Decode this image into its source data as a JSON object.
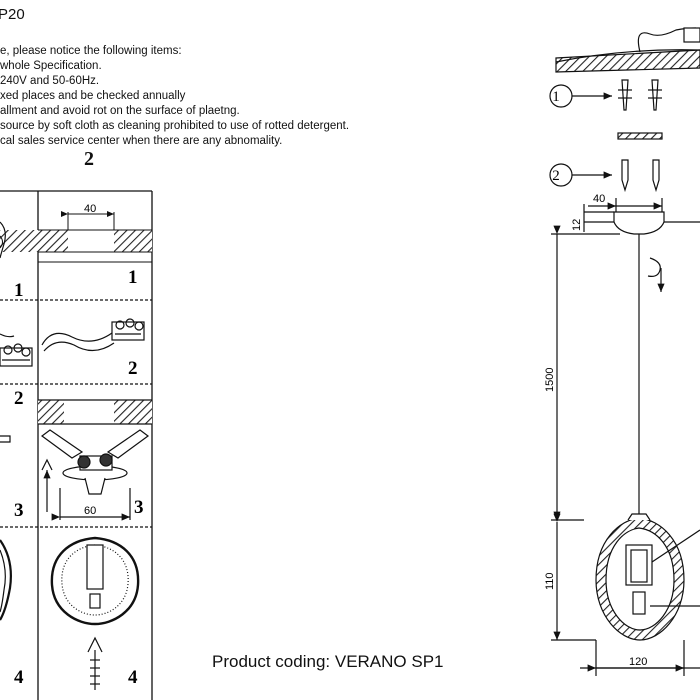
{
  "header": {
    "model_fragment": "P20"
  },
  "notes": [
    "e, please notice the following items:",
    "whole Specification.",
    "240V and 50-60Hz.",
    "xed places and be checked annually",
    "allment and avoid rot on the surface of plaetng.",
    "source by soft cloth as cleaning prohibited to use of rotted detergent.",
    "cal sales service center when there are any abnomality."
  ],
  "section_number": "2",
  "steps": [
    "1",
    "2",
    "3",
    "4"
  ],
  "left_panel": {
    "dim_top": "40",
    "dim_bottom": "60"
  },
  "right_drawing": {
    "callout_1": "1",
    "callout_2": "2",
    "dim_40": "40",
    "dim_12": "12",
    "dim_1500": "1500",
    "dim_110": "110",
    "dim_120": "120"
  },
  "footer": {
    "product_coding": "Product coding: VERANO SP1"
  }
}
